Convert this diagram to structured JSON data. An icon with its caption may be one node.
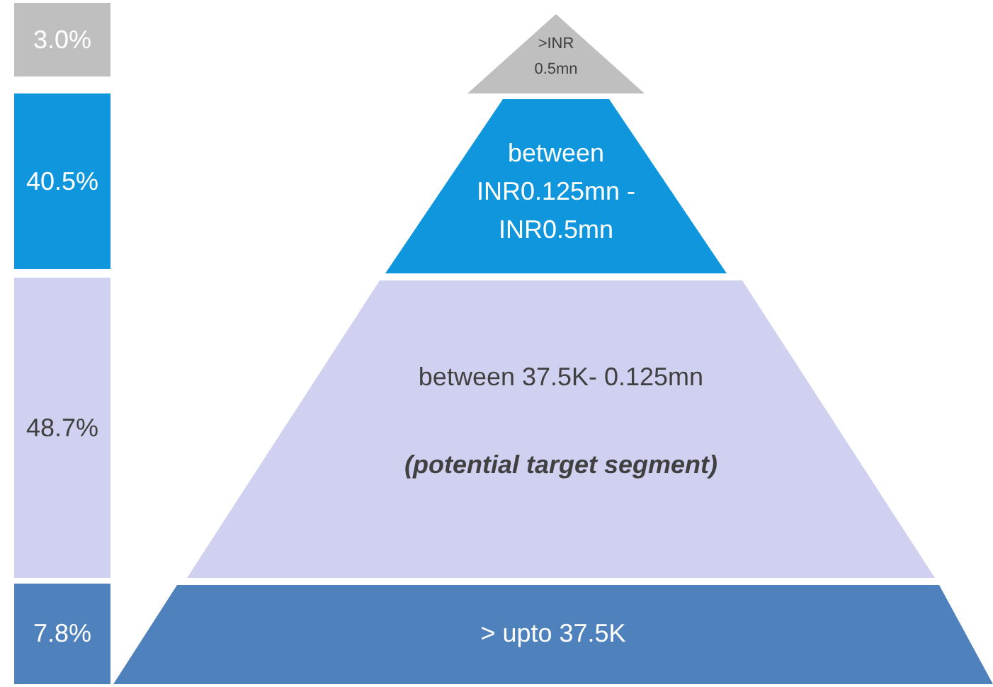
{
  "diagram": {
    "nodes": [
      {
        "text": [
          "3.0%"
        ]
      },
      {
        "text": [
          ">INR 0.5mn"
        ]
      },
      {
        "text": [
          "40.5%"
        ]
      },
      {
        "text": [
          "between INR0.125mn - INR0.5mn"
        ]
      },
      {
        "text": [
          "48.7%"
        ]
      },
      {
        "text": [
          "between 37.5K- 0.125mn",
          "(potential target segment)"
        ]
      },
      {
        "text": [
          "7.8%"
        ]
      },
      {
        "text": [
          "> upto 37.5K"
        ]
      }
    ]
  }
}
